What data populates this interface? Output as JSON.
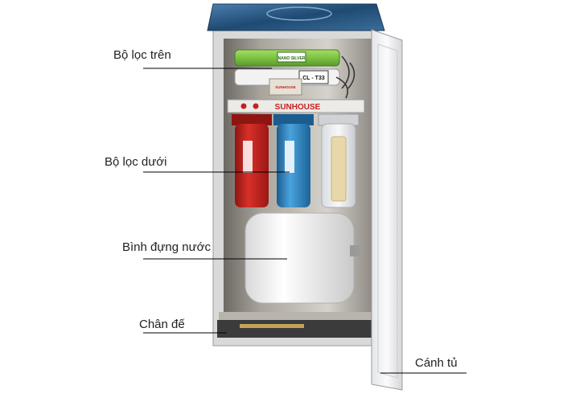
{
  "labels": {
    "top_filters": "Bộ lọc trên",
    "bottom_filters": "Bộ lọc dưới",
    "tank": "Bình đựng nước",
    "base": "Chân đế",
    "door": "Cánh tủ"
  },
  "product": {
    "brand": "SUNHOUSE",
    "model": "CL - T33",
    "filter_tag": "NANO SILVER",
    "module_tag": "SUNHOUSE"
  },
  "colors": {
    "green_filter": "#7cc242",
    "red_filter": "#c8201e",
    "blue_filter": "#2d86c4",
    "tank": "#eeeeee",
    "cabinet_frame": "#cfcfcf",
    "top_panel": "#2a5c8a",
    "label_line": "#000000"
  }
}
